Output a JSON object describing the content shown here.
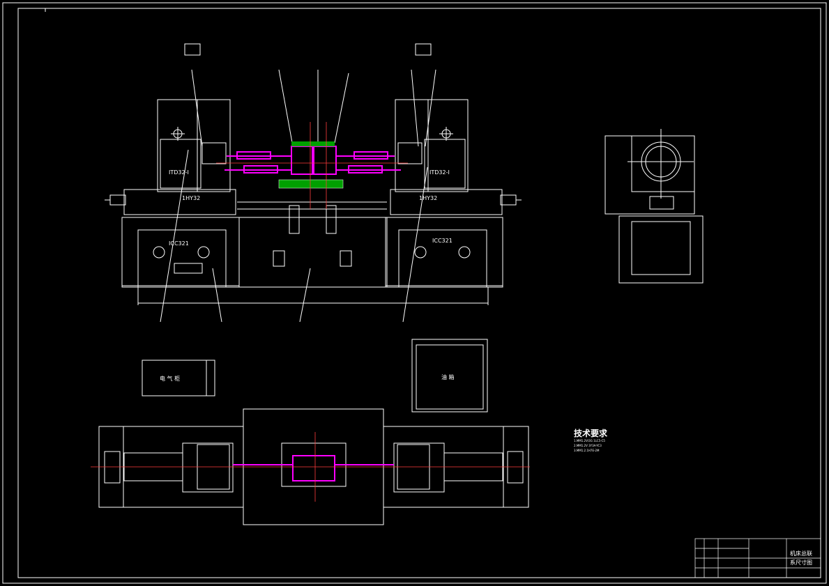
{
  "drawing": {
    "left_head_label": "ITD32-I",
    "right_head_label": "ITD32-I",
    "left_slide_label": "1HY32",
    "right_slide_label": "1HY32",
    "left_base_label": "ICC321",
    "right_base_label": "ICC321",
    "electrical_cabinet_label": "电 气 柜",
    "hydraulic_station_label": "油 箱",
    "tech_requirements_title": "技术要求",
    "tech_req_lines": [
      "1.MM1.2V/3G 1LC5-C5",
      "2.MM1.2V 3Y3A-YC3",
      "3.MM1.2.1H7E-2M"
    ],
    "title_block": {
      "drawing_name_line1": "机床总联",
      "drawing_name_line2": "系尺寸图"
    }
  },
  "colors": {
    "background": "#000000",
    "outline": "#ffffff",
    "fixture": "#ff00ff",
    "center_line": "#ff3b3b",
    "hatch": "#00c000"
  }
}
